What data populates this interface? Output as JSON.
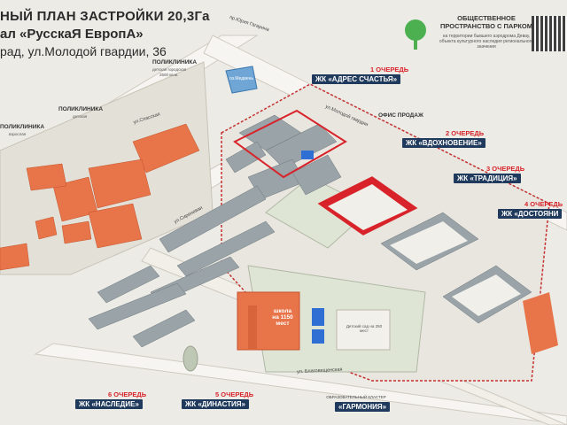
{
  "header": {
    "line1": "НЫЙ ПЛАН ЗАСТРОЙКИ 20,3Га",
    "line2": "ал «РусскаЯ ЕвропА»",
    "line3": "рад, ул.Молодой гвардии, 36"
  },
  "park": {
    "title": "ОБЩЕСТВЕННОЕ ПРОСТРАНСТВО С ПАРКОМ",
    "subtitle": "на территории бывшего аэродрома Девау, объекта культурного наследия регионального значения"
  },
  "queues": [
    {
      "label": "1 ОЧЕРЕДЬ",
      "name": "ЖК «АДРЕС СЧАСТЬЯ»"
    },
    {
      "label": "2 ОЧЕРЕДЬ",
      "name": "ЖК «ВДОХНОВЕНИЕ»"
    },
    {
      "label": "3 ОЧЕРЕДЬ",
      "name": "ЖК «ТРАДИЦИЯ»"
    },
    {
      "label": "4 ОЧЕРЕДЬ",
      "name": "ЖК «ДОСТОЯНИ"
    },
    {
      "label": "5 ОЧЕРЕДЬ",
      "name": "ЖК «ДИНАСТИЯ»"
    },
    {
      "label": "6 ОЧЕРЕДЬ",
      "name": "ЖК «НАСЛЕДИЕ»"
    }
  ],
  "places": {
    "polyclinic_adult_children": "ПОЛИКЛИНИКА",
    "polyclinic_adult_children_sub": "детская городская",
    "polyclinic_adult_children_sub2": "2500 кв.м.",
    "polyclinic_kids": "ПОЛИКЛИНИКА",
    "polyclinic_kids_sub": "детская",
    "polyclinic_adult": "ПОЛИКЛИНИКА",
    "polyclinic_adult_sub": "взрослая",
    "sales_office": "ОФИС ПРОДАЖ",
    "pond": "оз.Медвень",
    "school_line1": "школа",
    "school_line2": "на 1150",
    "school_line3": "мест",
    "kindergarten": "Детский сад на 250 мест",
    "cluster_top": "ОБРАЗОВАТЕЛЬНЫЙ КЛАСТЕР",
    "cluster_name": "«ГАРМОНИЯ»"
  },
  "streets": {
    "spasskaya": "ул.Спасская",
    "molodoy": "ул.Молодой гвардии",
    "blagoveshch": "ул. Благовещенская",
    "yurii": "пр.Юрия Гагарина",
    "sirenevaya": "ул.Сиреневая"
  },
  "colors": {
    "accent_red": "#d8232a",
    "label_navy": "#1f3a5c",
    "orange_building": "#e8754a"
  }
}
